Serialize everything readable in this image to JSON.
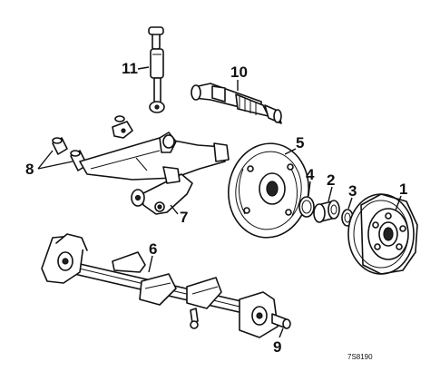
{
  "diagram": {
    "parts": [
      {
        "number": "1",
        "name": "brake-drum"
      },
      {
        "number": "2",
        "name": "wheel-bearing"
      },
      {
        "number": "3",
        "name": "outer-seal"
      },
      {
        "number": "4",
        "name": "inner-seal"
      },
      {
        "number": "5",
        "name": "backing-plate"
      },
      {
        "number": "6",
        "name": "axle-beam"
      },
      {
        "number": "7",
        "name": "trailing-arm-bracket"
      },
      {
        "number": "8",
        "name": "bushings"
      },
      {
        "number": "9",
        "name": "spindle-bolt"
      },
      {
        "number": "10",
        "name": "axle-shaft"
      },
      {
        "number": "11",
        "name": "shock-absorber"
      }
    ],
    "reference_code": "7S8190"
  },
  "icons": {
    "line_color": "#111111",
    "background": "#ffffff"
  }
}
